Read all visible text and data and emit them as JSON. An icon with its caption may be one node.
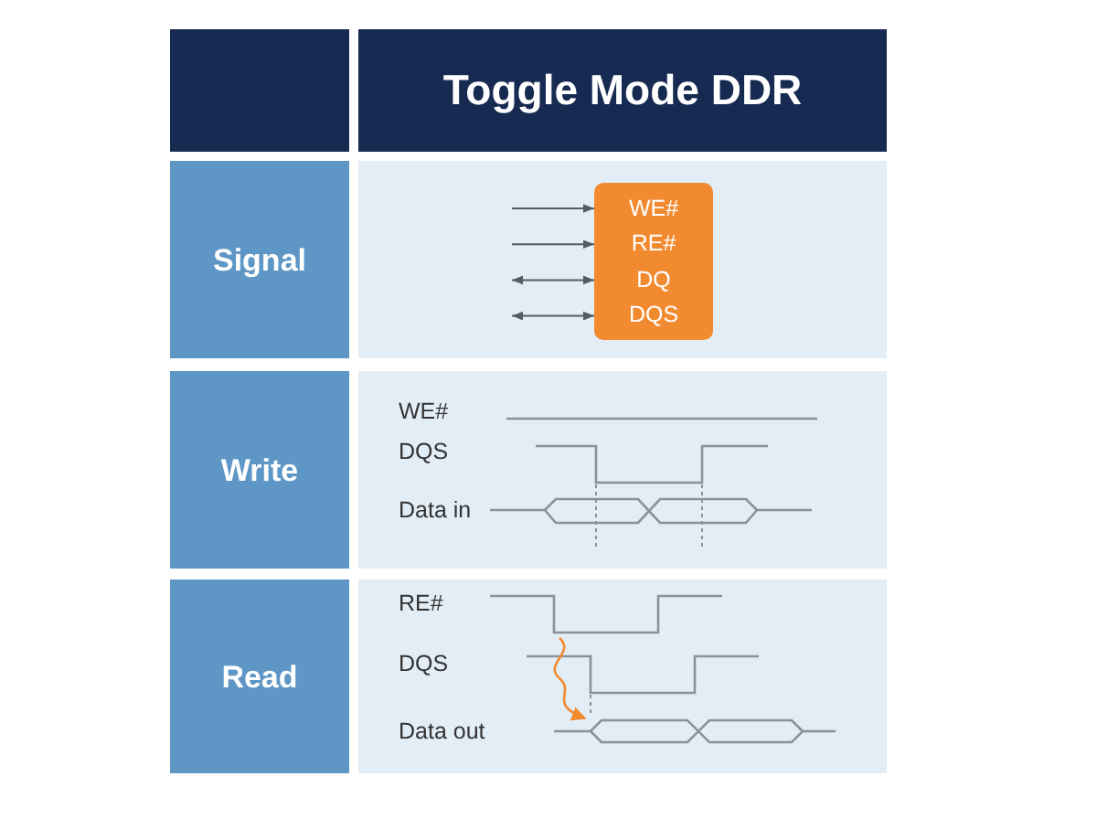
{
  "diagram": {
    "nodes": [
      {
        "text": [],
        "shape": "box"
      },
      {
        "text": [
          "Toggle Mode DDR"
        ]
      },
      {
        "text": [
          "Signal"
        ]
      },
      {
        "text": [],
        "shape": "box"
      },
      {
        "text": [
          "WE#",
          "RE#",
          "DQ",
          "DQS"
        ],
        "in": 3
      },
      {
        "text": [
          "Write"
        ]
      },
      {
        "text": [
          "WE#",
          "DQS",
          "Data in"
        ]
      },
      {
        "text": [
          "Read"
        ]
      },
      {
        "text": [
          "RE#",
          "DQS",
          "Data out"
        ]
      }
    ],
    "edges": [
      {
        "from": null,
        "to": 4,
        "arrow": "to"
      },
      {
        "from": null,
        "to": 4,
        "arrow": "to"
      },
      {
        "from": null,
        "to": 4,
        "arrow": "both"
      },
      {
        "from": null,
        "to": 4,
        "arrow": "both"
      }
    ]
  }
}
